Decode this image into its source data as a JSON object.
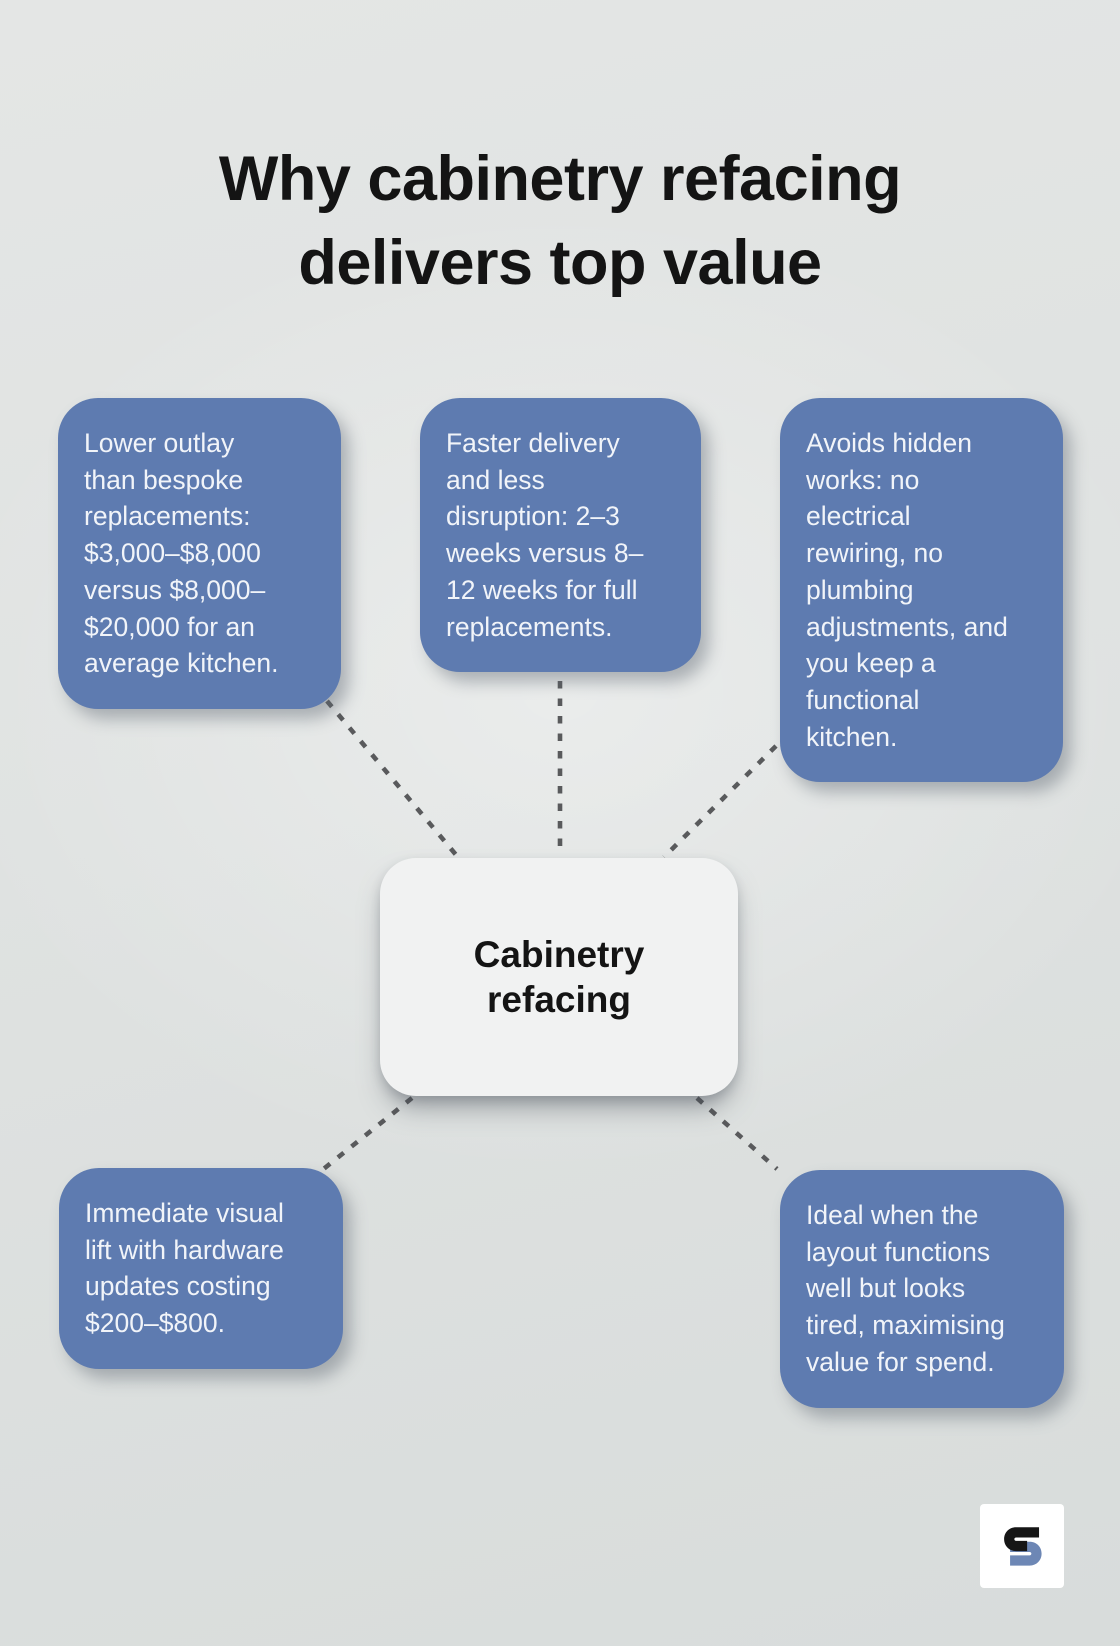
{
  "title": "Why cabinetry refacing\ndelivers top value",
  "center": {
    "label": "Cabinetry\nrefacing"
  },
  "nodes": [
    {
      "id": "cost",
      "text": "Lower outlay\nthan bespoke\nreplacements:\n$3,000–$8,000\nversus $8,000–\n$20,000 for an\naverage kitchen."
    },
    {
      "id": "speed",
      "text": "Faster delivery\nand less\ndisruption: 2–3\nweeks versus 8–\n12 weeks for full\nreplacements."
    },
    {
      "id": "hidden-works",
      "text": "Avoids hidden\nworks: no\nelectrical\nrewiring, no\nplumbing\nadjustments, and\nyou keep a\nfunctional\nkitchen."
    },
    {
      "id": "visual-lift",
      "text": "Immediate visual\nlift with hardware\nupdates costing\n$200–$800."
    },
    {
      "id": "layout-fit",
      "text": "Ideal when the\nlayout functions\nwell but looks\ntired, maximising\nvalue for spend."
    }
  ],
  "colors": {
    "background": "#dfe2e1",
    "node_fill": "#5e7bb0",
    "node_text": "#f1f4f9",
    "center_fill": "#f1f2f2",
    "center_text": "#141414",
    "connector": "#595a5c",
    "logo_dark": "#161616",
    "logo_blue": "#6d87b5"
  }
}
